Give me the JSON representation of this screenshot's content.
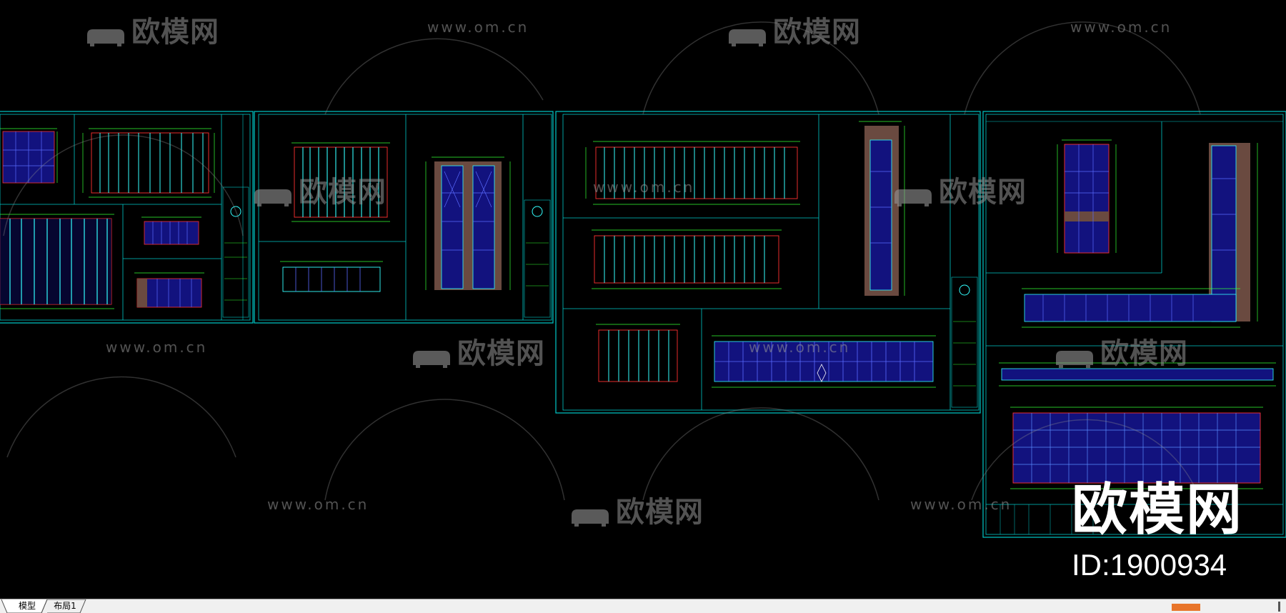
{
  "app": {
    "colors": {
      "background": "#000000",
      "frame": "#00c8c8",
      "cyan_line": "#33ffff",
      "green_dim": "#33ff33",
      "blue_fill": "#1a1a9e",
      "red_line": "#ff3030",
      "watermark": "#969696"
    }
  },
  "watermark": {
    "brand": "欧模网",
    "url": "www.om.cn"
  },
  "corner_brand": {
    "name": "欧模网",
    "id_label": "ID:1900934"
  },
  "layout_tabs": [
    {
      "label": "模型",
      "active": true
    },
    {
      "label": "布局1",
      "active": false
    }
  ],
  "icons": {
    "sofa_logo": "sofa-logo-icon"
  }
}
